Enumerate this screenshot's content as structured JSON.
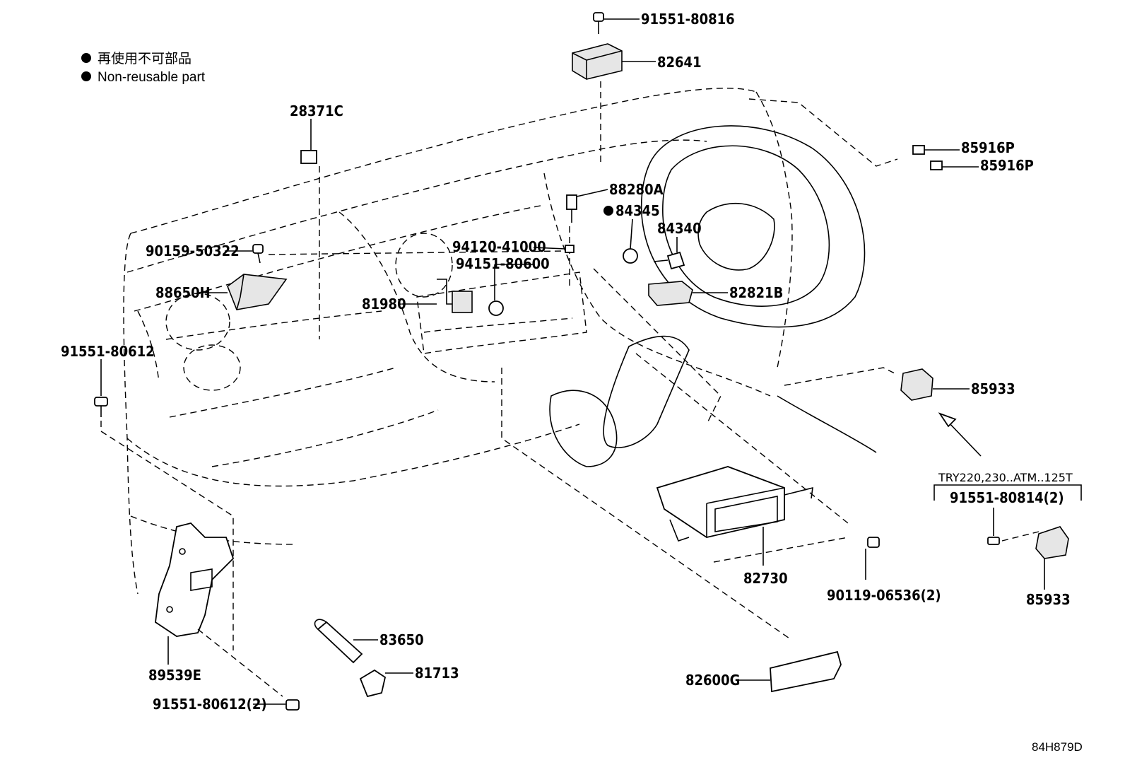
{
  "legend": [
    {
      "text": "再使用不可部品",
      "marker": "bullet"
    },
    {
      "text": "Non-reusable part",
      "marker": "bullet"
    }
  ],
  "labels": {
    "p91551_80816": "91551-80816",
    "p82641": "82641",
    "p28371C": "28371C",
    "p85916P_a": "85916P",
    "p85916P_b": "85916P",
    "p88280A": "88280A",
    "p84345": "84345",
    "p84340": "84340",
    "p90159_50322": "90159-50322",
    "p94120_41000": "94120-41000",
    "p94151_80600": "94151-80600",
    "p88650H": "88650H",
    "p81980": "81980",
    "p82821B": "82821B",
    "p91551_80612": "91551-80612",
    "p85933_a": "85933",
    "p89539E": "89539E",
    "p83650": "83650",
    "p81713": "81713",
    "p91551_80612_2": "91551-80612(2)",
    "p82730": "82730",
    "p90119_06536": "90119-06536(2)",
    "p82600G": "82600G",
    "p85933_b": "85933",
    "variant": "TRY220,230..ATM..125T",
    "p91551_80814": "91551-80814(2)"
  },
  "non_reusable_marker_on": "84345",
  "diagram_code": "84H879D",
  "colors": {
    "line": "#000000",
    "background": "#ffffff"
  }
}
